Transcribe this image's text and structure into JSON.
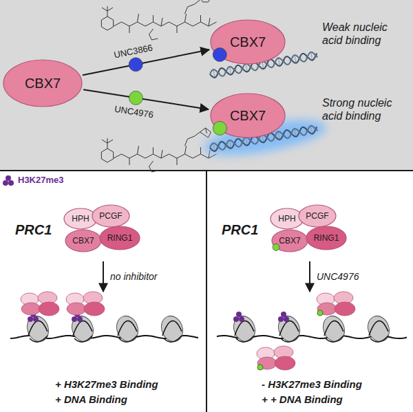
{
  "diagram": {
    "nodes": [
      {
        "text": [
          "CBX7"
        ]
      },
      {
        "text": [
          "CBX7"
        ]
      },
      {
        "text": [
          "CBX7"
        ]
      },
      {
        "text": [
          "HPH"
        ]
      },
      {
        "text": [
          "PCGF"
        ]
      },
      {
        "text": [
          "CBX7"
        ]
      },
      {
        "text": [
          "RING1"
        ]
      },
      {
        "text": [
          "HPH"
        ]
      },
      {
        "text": [
          "PCGF"
        ]
      },
      {
        "text": [
          "CBX7"
        ]
      },
      {
        "text": [
          "RING1"
        ]
      }
    ],
    "edges": [
      {
        "from": 0,
        "to": 1,
        "label": "UNC3866",
        "arrow": "to"
      },
      {
        "from": 0,
        "to": 2,
        "label": "UNC4976",
        "arrow": "to"
      }
    ],
    "labels": [
      "Weak nucleic acid binding",
      "Strong nucleic acid binding",
      "PRC1",
      "no inhibitor",
      "+ H3K27me3 Binding",
      "+ DNA Binding",
      "PRC1",
      "UNC4976",
      "- H3K27me3 Binding",
      "+ + DNA Binding"
    ],
    "legend": [
      {
        "text": "H3K27me3",
        "color": "#6a2c91"
      }
    ]
  }
}
